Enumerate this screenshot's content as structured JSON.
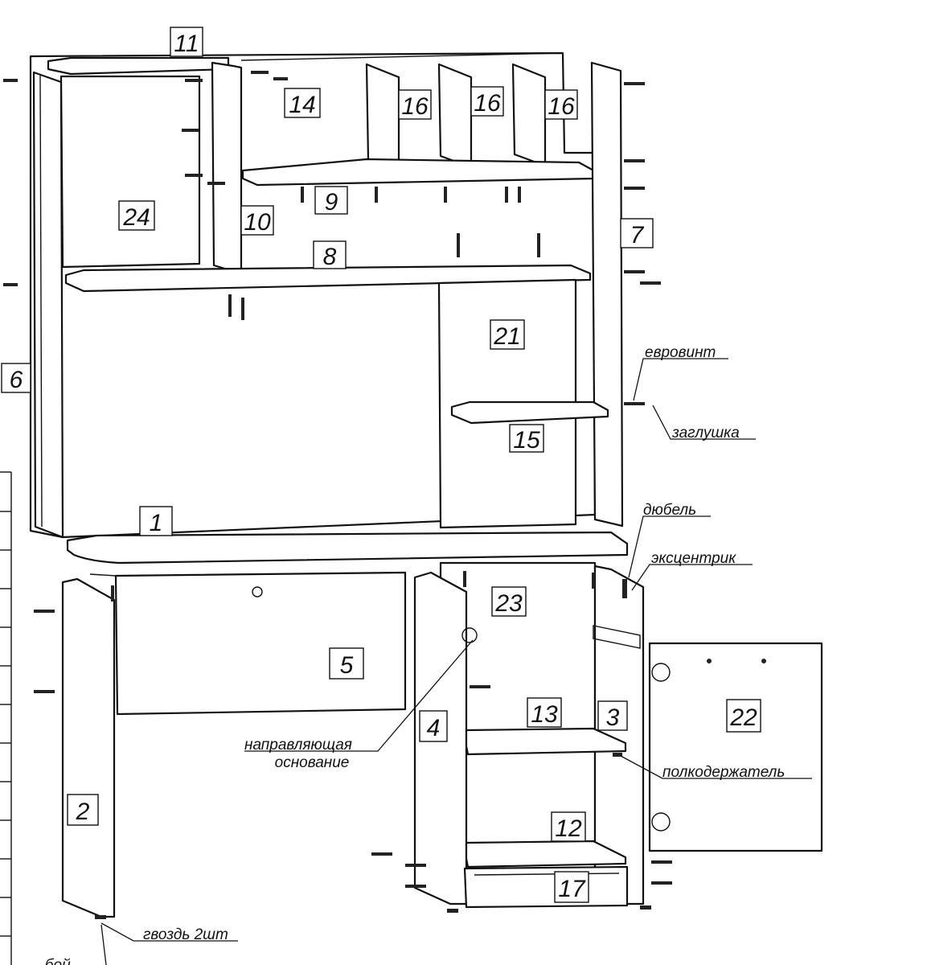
{
  "parts": {
    "p1": "1",
    "p2": "2",
    "p3": "3",
    "p4": "4",
    "p5": "5",
    "p6": "6",
    "p7": "7",
    "p8": "8",
    "p9": "9",
    "p10": "10",
    "p11": "11",
    "p12": "12",
    "p13": "13",
    "p14": "14",
    "p15": "15",
    "p16a": "16",
    "p16b": "16",
    "p16c": "16",
    "p17": "17",
    "p21": "21",
    "p22": "22",
    "p23": "23",
    "p24": "24"
  },
  "labels": {
    "eurovint": "евровинт",
    "zaglushka": "заглушка",
    "dubel": "дюбель",
    "ekscentrik": "эксцентрик",
    "napravlyayushaya": "направляющая",
    "osnovanie": "основание",
    "polkoderzhatel": "полкодержатель",
    "gvozd": "гвоздь 2шт",
    "cut_bottom": "...бой"
  }
}
